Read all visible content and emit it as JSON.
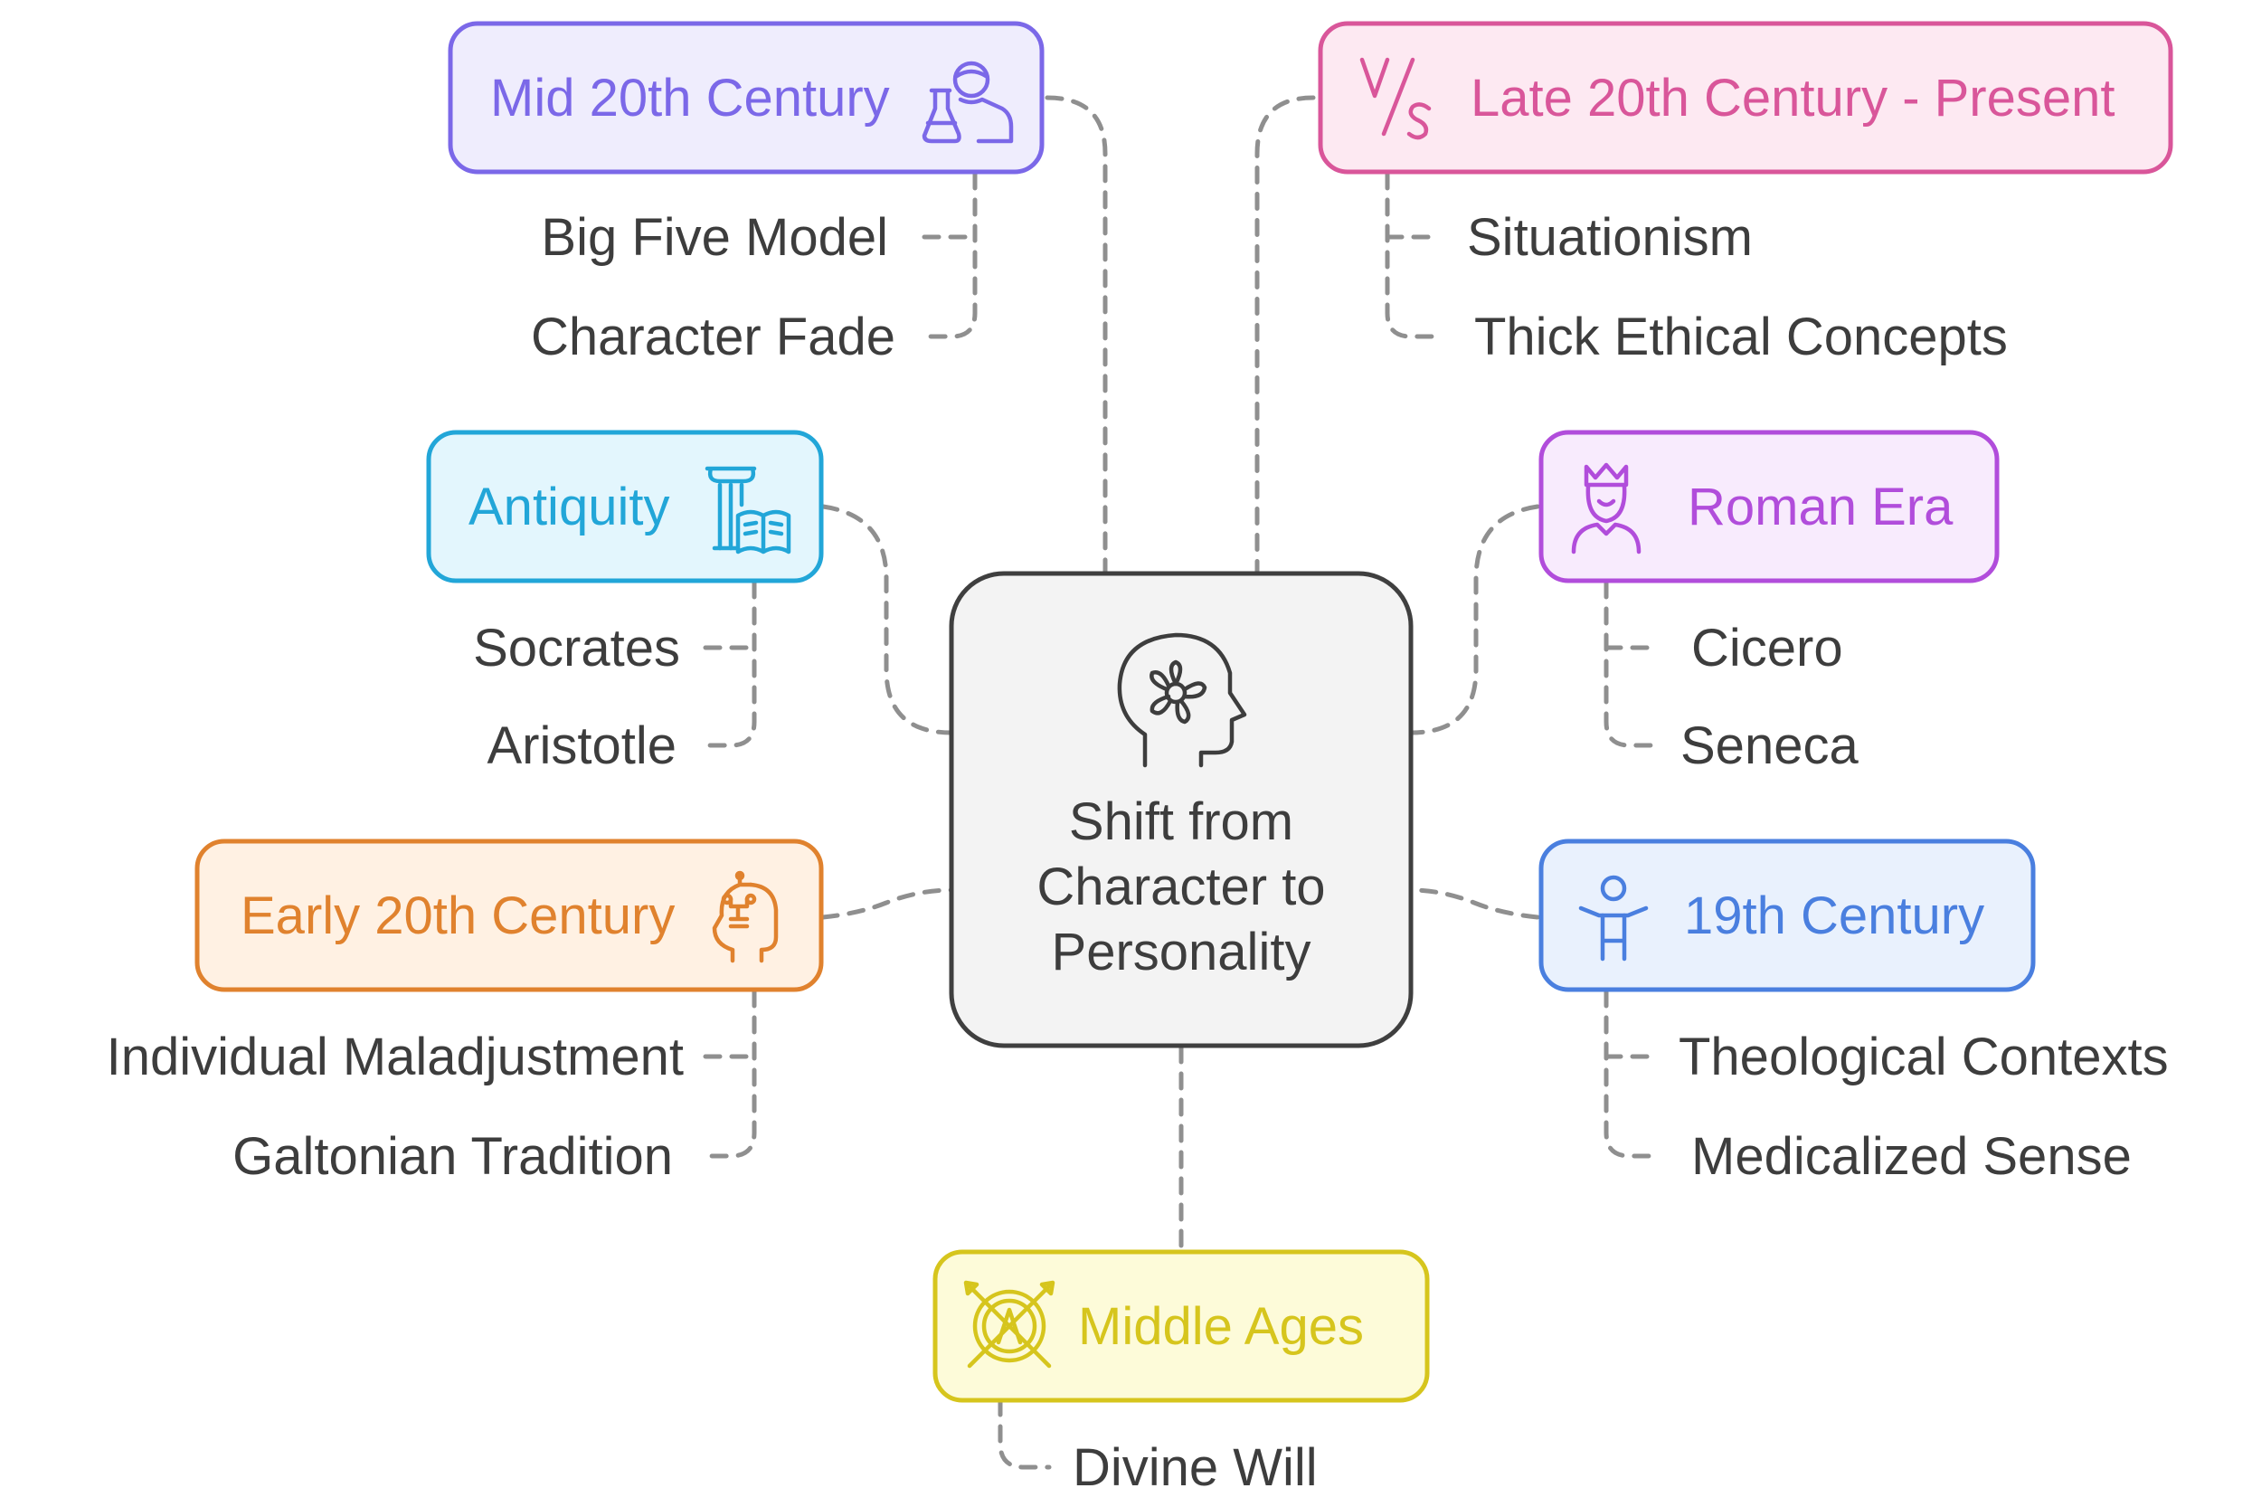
{
  "center": {
    "lines": [
      "Shift from",
      "Character to",
      "Personality"
    ],
    "icon": "head-flower-icon"
  },
  "nodes": {
    "mid20": {
      "title": "Mid 20th Century",
      "icon": "scientist-flask-icon",
      "color": "#7b68e8",
      "fill": "#efedfd",
      "items": [
        "Big Five Model",
        "Character Fade"
      ]
    },
    "late20": {
      "title": "Late 20th Century - Present",
      "icon": "versus-icon",
      "color": "#d9569a",
      "fill": "#fde9f2",
      "items": [
        "Situationism",
        "Thick Ethical Concepts"
      ]
    },
    "antiquity": {
      "title": "Antiquity",
      "icon": "column-book-icon",
      "color": "#22a6d8",
      "fill": "#e3f6fd",
      "items": [
        "Socrates",
        "Aristotle"
      ]
    },
    "roman": {
      "title": "Roman Era",
      "icon": "emperor-icon",
      "color": "#b14ddb",
      "fill": "#f8ebfd",
      "items": [
        "Cicero",
        "Seneca"
      ]
    },
    "early20": {
      "title": "Early 20th Century",
      "icon": "head-circuit-icon",
      "color": "#e0822e",
      "fill": "#fff1e3",
      "items": [
        "Individual Maladjustment",
        "Galtonian Tradition"
      ]
    },
    "c19": {
      "title": "19th Century",
      "icon": "person-icon",
      "color": "#4a7fdf",
      "fill": "#e9f1fd",
      "items": [
        "Theological Contexts",
        "Medicalized Sense"
      ]
    },
    "middle": {
      "title": "Middle Ages",
      "icon": "shield-spears-icon",
      "color": "#d6c51d",
      "fill": "#fdfbd9",
      "items": [
        "Divine Will"
      ]
    }
  }
}
